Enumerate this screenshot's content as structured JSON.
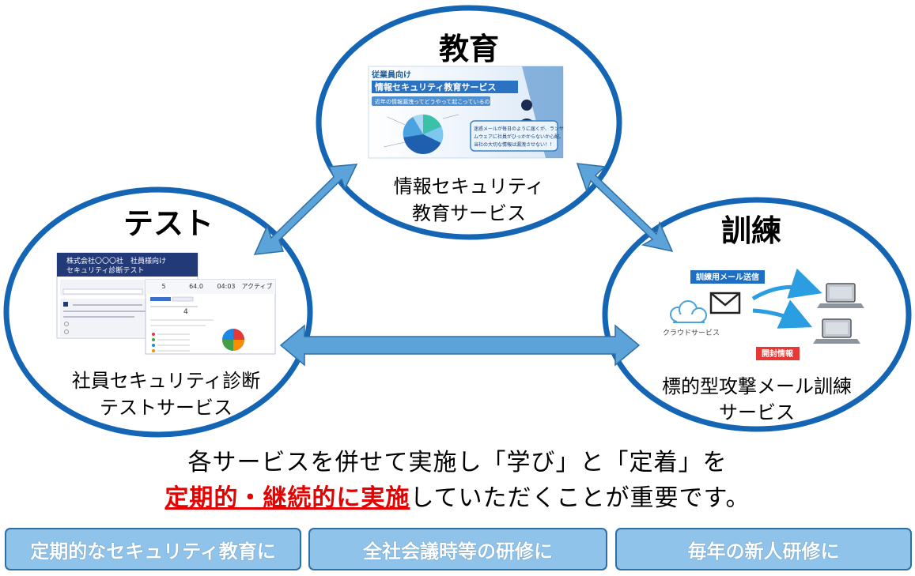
{
  "education": {
    "title": "教育",
    "label_line1": "情報セキュリティ",
    "label_line2": "教育サービス",
    "slide": {
      "header_small": "従業員向け",
      "header_big": "情報セキュリティ教育サービス",
      "banner": "近年の情報漏洩ってどうやって起こっているの？",
      "bubble_line1": "迷惑メールが毎日のように届くが、ランサ",
      "bubble_line2": "ムウェアに社員がひっかからないか心配。",
      "bubble_line3": "当社の大切な情報は漏洩させない！！"
    }
  },
  "test": {
    "title": "テスト",
    "label_line1": "社員セキュリティ診断",
    "label_line2": "テストサービス",
    "form": {
      "company": "株式会社〇〇〇社　社員様向け",
      "test_name": "セキュリティ診断テスト"
    },
    "dashboard": {
      "stat1": "5",
      "stat2": "64.0",
      "stat3": "04:03",
      "stat4": "アクティブ"
    }
  },
  "training": {
    "title": "訓練",
    "label_line1": "標的型攻撃メール訓練",
    "label_line2": "サービス",
    "send_badge": "訓練用メール送信",
    "cloud_label": "クラウドサービス",
    "open_badge": "開封情報"
  },
  "message": {
    "line1": "各サービスを併せて実施し「学び」と「定着」を",
    "line2_emphasis": "定期的・継続的に実施",
    "line2_rest": "していただくことが重要です。"
  },
  "buttons": [
    {
      "label": "定期的なセキュリティ教育に"
    },
    {
      "label": "全社会議時等の研修に"
    },
    {
      "label": "毎年の新人研修に"
    }
  ],
  "colors": {
    "circle_border": "#1565b5",
    "arrow_fill": "#5ba3d9",
    "button_fill": "#8fc3ea",
    "emphasis_red": "#e60000"
  }
}
